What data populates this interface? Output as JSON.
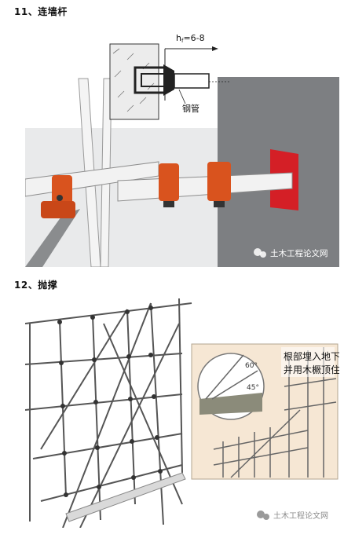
{
  "section1": {
    "heading": "11、连墙杆",
    "dimension_label": "hf=6-8",
    "dimension_main": "h",
    "dimension_sub": "f",
    "dimension_value": "=6-8",
    "steel_pipe_label": "钢管",
    "watermark": "土木工程论文网"
  },
  "section2": {
    "heading": "12、抛撑",
    "inset_caption_line1": "根部埋入地下",
    "inset_caption_line2": "并用木橛顶住",
    "angle_60": "60°",
    "angle_45": "45°",
    "watermark": "土木工程论文网"
  },
  "colors": {
    "clamp_orange": "#d9531e",
    "pipe_white": "#f2f2f2",
    "wall_grey": "#7d7f82",
    "red_plate": "#d41f26",
    "inset_bg": "#f6e7d4"
  }
}
